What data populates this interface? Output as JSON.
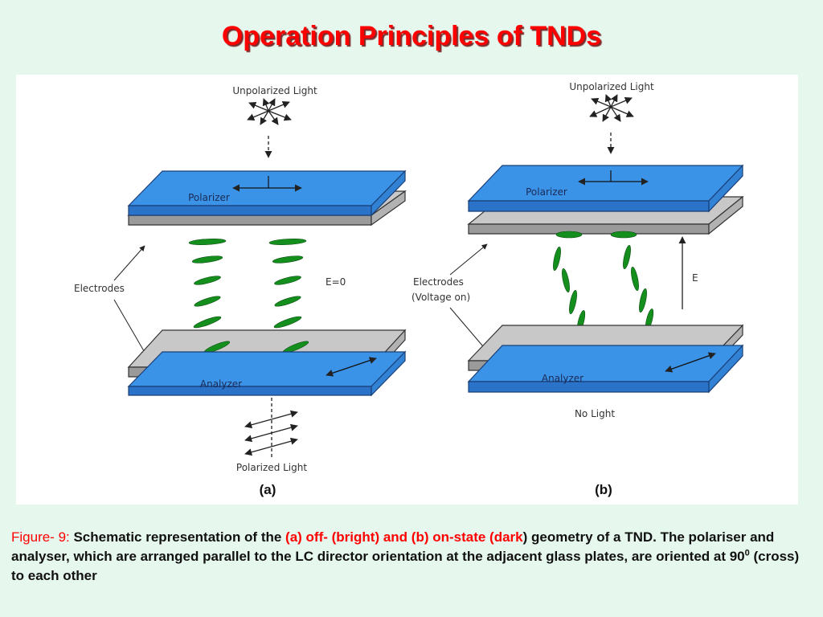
{
  "title": "Operation Principles of TNDs",
  "panel_a": {
    "top_label": "Unpolarized Light",
    "polarizer": "Polarizer",
    "electrodes": "Electrodes",
    "field": "E=0",
    "analyzer": "Analyzer",
    "bottom_label": "Polarized Light",
    "sub_label": "(a)"
  },
  "panel_b": {
    "top_label": "Unpolarized Light",
    "polarizer": "Polarizer",
    "electrodes_line1": "Electrodes",
    "electrodes_line2": "(Voltage on)",
    "field": "E",
    "analyzer": "Analyzer",
    "bottom_label": "No Light",
    "sub_label": "(b)"
  },
  "caption": {
    "figure_label": "Figure- 9:",
    "text1": " Schematic representation of the ",
    "highlight": "(a) off- (bright) and (b) on-state (dark",
    "text2": ") geometry of a TND. The polariser and analyser, which are arranged parallel to the LC director orientation at the adjacent glass plates, are oriented at 90",
    "superscript": "0",
    "text3": " (cross) to each other"
  },
  "colors": {
    "title": "#ff0000",
    "polarizer_blue": "#3b93e8",
    "electrode_gray": "#c4c4c4",
    "lc_green": "#148f1e"
  }
}
